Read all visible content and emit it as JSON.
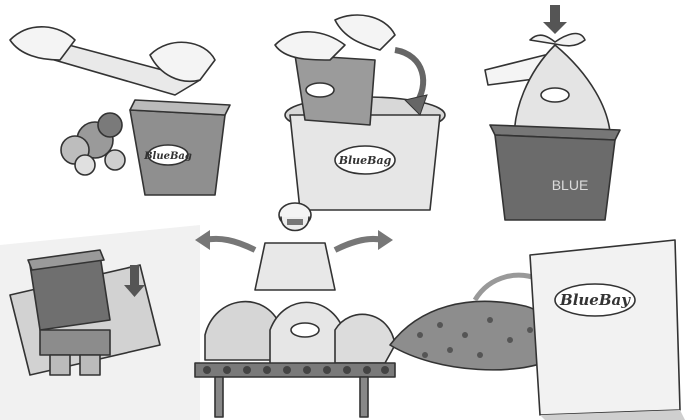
{
  "brand": {
    "logo_text_small": "BlueBag",
    "logo_text_large": "BlueBay",
    "bin_label": "BLUE"
  },
  "steps": [
    {
      "id": "scrape-food-into-caddy",
      "icon": "kitchen-caddy-icon"
    },
    {
      "id": "empty-caddy-into-bin",
      "icon": "green-bin-icon"
    },
    {
      "id": "tie-bag",
      "icon": "tied-bag-icon"
    },
    {
      "id": "collection-truck",
      "icon": "truck-icon"
    },
    {
      "id": "sorting-line",
      "icon": "conveyor-icon"
    },
    {
      "id": "compost-bag",
      "icon": "compost-sack-icon"
    }
  ],
  "colors": {
    "ink": "#333333",
    "mid": "#8a8a8a",
    "light": "#d6d6d6",
    "pale": "#ececec"
  }
}
